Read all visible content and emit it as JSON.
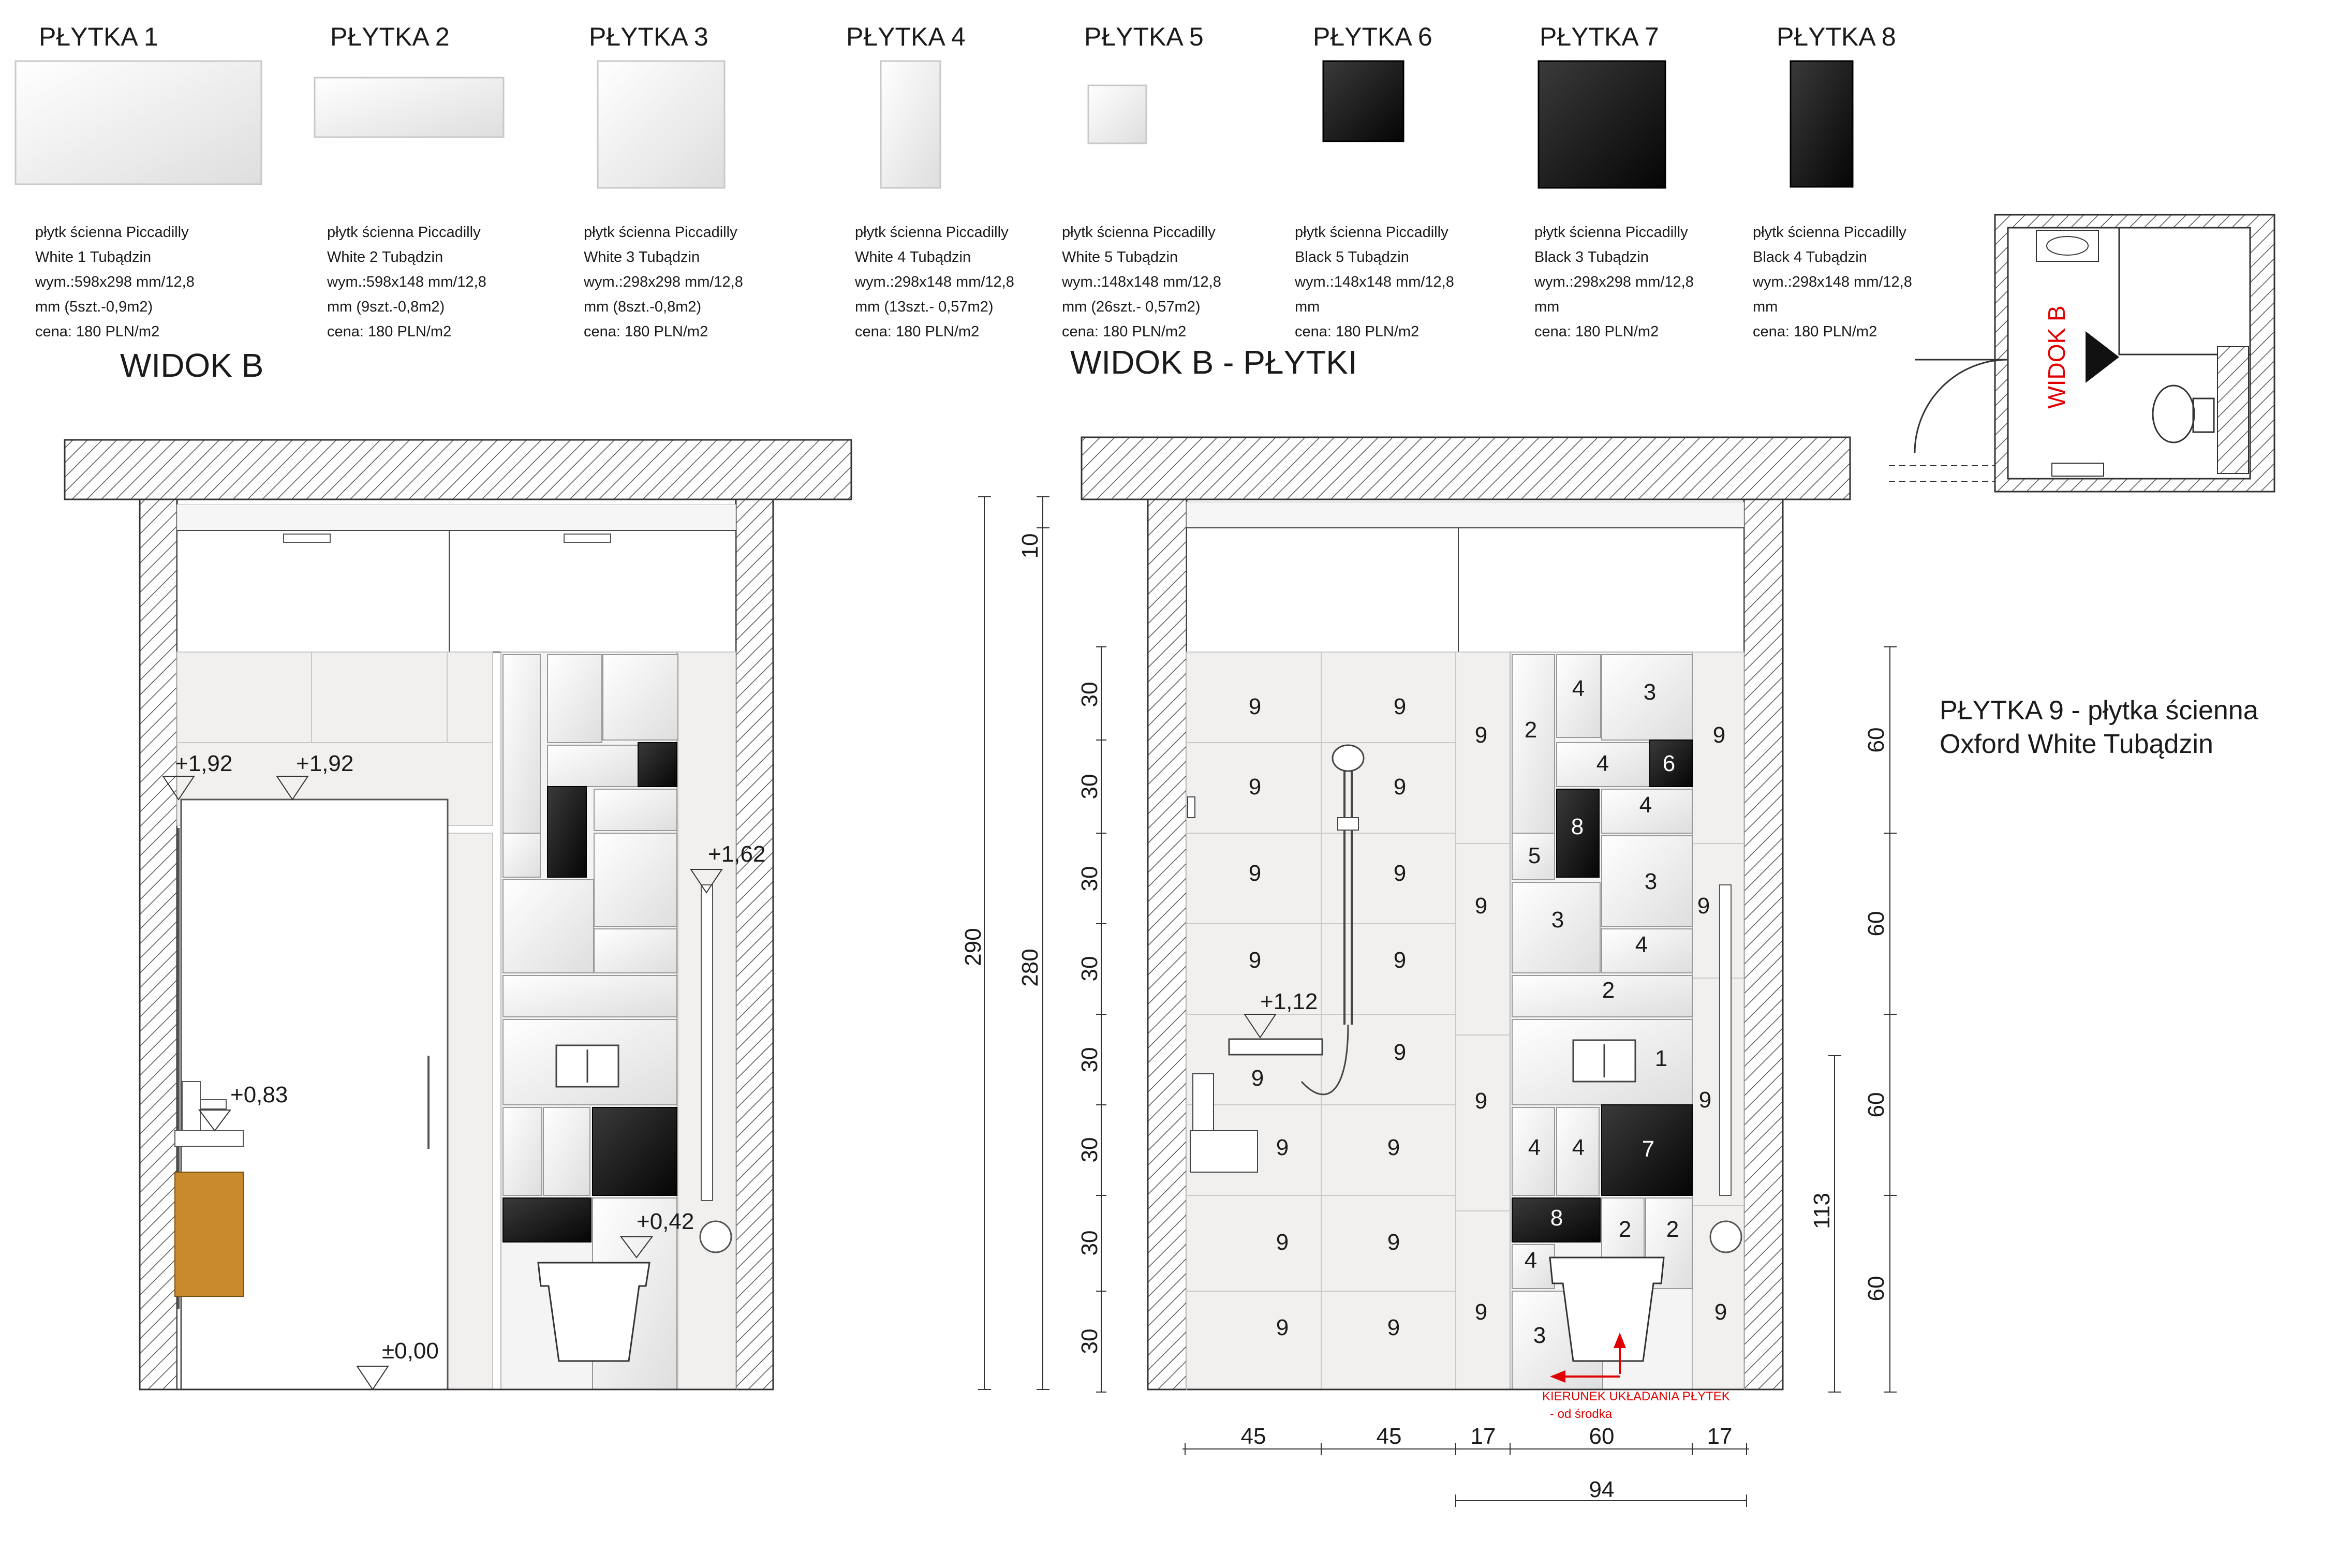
{
  "tiles": [
    {
      "title": "PŁYTKA 1",
      "color": "#f4f4f4",
      "lines": [
        "płytk ścienna Piccadilly",
        "White 1 Tubądzin",
        "wym.:598x298 mm/12,8",
        "mm (5szt.-0,9m2)",
        "cena: 180 PLN/m2"
      ]
    },
    {
      "title": "PŁYTKA 2",
      "color": "#f4f4f4",
      "lines": [
        "płytk ścienna Piccadilly",
        "White 2 Tubądzin",
        "wym.:598x148 mm/12,8",
        "mm (9szt.-0,8m2)",
        "cena: 180 PLN/m2"
      ]
    },
    {
      "title": "PŁYTKA 3",
      "color": "#f4f4f4",
      "lines": [
        "płytk ścienna Piccadilly",
        "White 3 Tubądzin",
        "wym.:298x298 mm/12,8",
        "mm (8szt.-0,8m2)",
        "cena: 180 PLN/m2"
      ]
    },
    {
      "title": "PŁYTKA 4",
      "color": "#f4f4f4",
      "lines": [
        "płytk ścienna Piccadilly",
        "White 4 Tubądzin",
        "wym.:298x148 mm/12,8",
        "mm (13szt.- 0,57m2)",
        "cena: 180 PLN/m2"
      ]
    },
    {
      "title": "PŁYTKA 5",
      "color": "#f4f4f4",
      "lines": [
        "płytk ścienna Piccadilly",
        "White 5 Tubądzin",
        "wym.:148x148 mm/12,8",
        "mm (26szt.- 0,57m2)",
        "cena: 180 PLN/m2"
      ]
    },
    {
      "title": "PŁYTKA 6",
      "color": "#111111",
      "lines": [
        "płytk ścienna Piccadilly",
        "Black 5 Tubądzin",
        "wym.:148x148 mm/12,8",
        "mm",
        "cena: 180 PLN/m2"
      ]
    },
    {
      "title": "PŁYTKA 7",
      "color": "#111111",
      "lines": [
        "płytk ścienna Piccadilly",
        "Black 3 Tubądzin",
        "wym.:298x298 mm/12,8",
        "mm",
        "cena: 180 PLN/m2"
      ]
    },
    {
      "title": "PŁYTKA 8",
      "color": "#111111",
      "lines": [
        "płytk ścienna Piccadilly",
        "Black 4 Tubądzin",
        "wym.:298x148 mm/12,8",
        "mm",
        "cena: 180 PLN/m2"
      ]
    }
  ],
  "view_left_title": "WIDOK B",
  "view_right_title": "WIDOK B - PŁYTKI",
  "plan_label": "WIDOK B",
  "tile9_note": [
    "PŁYTKA 9 - płytka ścienna",
    "Oxford White Tubądzin"
  ],
  "levels": {
    "l192a": "+1,92",
    "l192b": "+1,92",
    "l162": "+1,62",
    "l083": "+0,83",
    "l042": "+0,42",
    "l000": "±0,00",
    "l112": "+1,12"
  },
  "dims": {
    "total_h": "290",
    "inner_h": "280",
    "top_gap": "10",
    "row_h": "30",
    "band_h": "60",
    "toilet_h": "113",
    "bottom": [
      "45",
      "45",
      "17",
      "60",
      "17"
    ],
    "bottom_total": "94"
  },
  "tile_numbers": {
    "field": [
      "9",
      "9",
      "9",
      "9",
      "9",
      "9",
      "9",
      "9",
      "9",
      "9",
      "9",
      "9",
      "9",
      "9",
      "9",
      "9",
      "9",
      "9",
      "9",
      "9",
      "9",
      "9",
      "9",
      "9"
    ],
    "panel": [
      "2",
      "4",
      "3",
      "4",
      "6",
      "4",
      "8",
      "5",
      "3",
      "3",
      "4",
      "2",
      "1",
      "4",
      "4",
      "7",
      "8",
      "2",
      "2",
      "4",
      "3"
    ]
  },
  "direction_note": [
    "KIERUNEK UKŁADANIA PŁYTEK",
    "- od środka"
  ],
  "colors": {
    "black_tile": "#111111",
    "wood": "#c98a2e",
    "hatch": "#555555",
    "red": "#e00000"
  }
}
